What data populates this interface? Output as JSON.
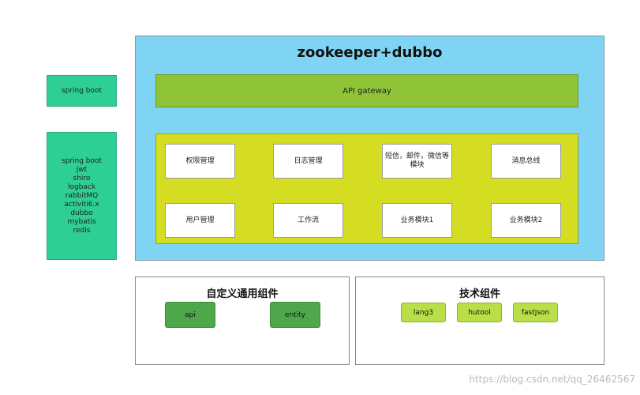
{
  "left": {
    "top_label": "spring boot",
    "list": [
      "spring boot",
      "jwt",
      "shiro",
      "logback",
      "rabbitMQ",
      "activiti6.x",
      "dubbo",
      "mybatis",
      "redis"
    ]
  },
  "main": {
    "title": "zookeeper+dubbo",
    "gateway": "API gateway",
    "services": {
      "permission": "权限管理",
      "log": "日志管理",
      "sms": "短信，邮件，微信等模块",
      "message_bus": "消息总线",
      "user": "用户管理",
      "workflow": "工作流",
      "business1": "业务模块1",
      "business2": "业务模块2"
    }
  },
  "custom_components": {
    "title": "自定义通用组件",
    "items": [
      "api",
      "entity"
    ]
  },
  "tech_components": {
    "title": "技术组件",
    "items": [
      "lang3",
      "hutool",
      "fastjson"
    ]
  },
  "watermark": "https://blog.csdn.net/qq_26462567"
}
